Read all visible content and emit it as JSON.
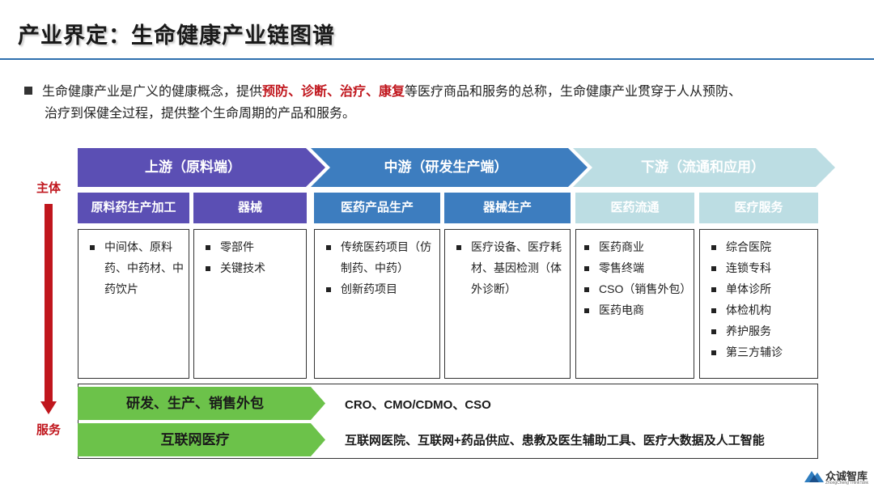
{
  "title": "产业界定：生命健康产业链图谱",
  "intro": {
    "prefix": "生命健康产业是广义的健康概念，提供",
    "highlight": "预防、诊断、治疗、康复",
    "suffix": "等医疗商品和服务的总称，生命健康产业贯穿于人从预防、",
    "line2": "治疗到保健全过程，提供整个生命周期的产品和服务。"
  },
  "axis": {
    "top_label": "主体",
    "bottom_label": "服务"
  },
  "stages": [
    {
      "label": "上游（原料端）",
      "color": "#5b4fb4"
    },
    {
      "label": "中游（研发生产端）",
      "color": "#3d7dbf"
    },
    {
      "label": "下游（流通和应用）",
      "color": "#bcdde3"
    }
  ],
  "categories": [
    {
      "label": "原料药生产加工",
      "color": "#5b4fb4",
      "items": [
        "中间体、原料药、中药材、中药饮片"
      ]
    },
    {
      "label": "器械",
      "color": "#5b4fb4",
      "items": [
        "零部件",
        "关键技术"
      ]
    },
    {
      "label": "医药产品生产",
      "color": "#3d7dbf",
      "items": [
        "传统医药项目（仿制药、中药）",
        "创新药项目"
      ]
    },
    {
      "label": "器械生产",
      "color": "#3d7dbf",
      "items": [
        "医疗设备、医疗耗材、基因检测（体外诊断）"
      ]
    },
    {
      "label": "医药流通",
      "color": "#bcdde3",
      "items": [
        "医药商业",
        "零售终端",
        "CSO（销售外包）",
        "医药电商"
      ]
    },
    {
      "label": "医疗服务",
      "color": "#bcdde3",
      "items": [
        "综合医院",
        "连锁专科",
        "单体诊所",
        "体检机构",
        "养护服务",
        "第三方辅诊"
      ]
    }
  ],
  "services": [
    {
      "label": "研发、生产、销售外包",
      "value": "CRO、CMO/CDMO、CSO",
      "color": "#6cc24a"
    },
    {
      "label": "互联网医疗",
      "value": "互联网医院、互联网+药品供应、患教及医生辅助工具、医疗大数据及人工智能",
      "color": "#6cc24a"
    }
  ],
  "logo": {
    "name": "众诚智库",
    "tagline": "ZhongCheng ThinkTank",
    "icon": "mountain-logo-icon"
  }
}
